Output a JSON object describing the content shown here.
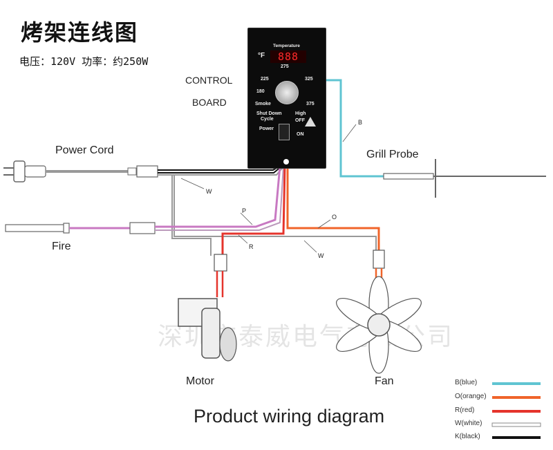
{
  "title_cn": "烤架连线图",
  "spec_line": "电压：120V 功率：约250W",
  "labels": {
    "control_board_l1": "CONTROL",
    "control_board_l2": "BOARD",
    "power_cord": "Power  Cord",
    "fire": "Fire",
    "grill_probe": "Grill Probe",
    "motor": "Motor",
    "fan": "Fan",
    "caption": "Product wiring diagram",
    "watermark": "深圳市泰威电气有限公司"
  },
  "wire_tags": {
    "b": "B",
    "p": "P",
    "o": "O",
    "r": "R",
    "w1": "W",
    "w2": "W"
  },
  "board": {
    "temperature": "Temperature",
    "unit": "°F",
    "display": "888",
    "dial": [
      "180",
      "225",
      "275",
      "325",
      "375",
      "Smoke",
      "High"
    ],
    "shutdown_l1": "Shut Down",
    "shutdown_l2": "Cycle",
    "power": "Power",
    "off": "OFF",
    "on": "ON"
  },
  "legend": [
    {
      "label": "B(blue)",
      "color": "#5fc4d2"
    },
    {
      "label": "O(orange)",
      "color": "#f0642a"
    },
    {
      "label": "R(red)",
      "color": "#e5342c"
    },
    {
      "label": "W(white)",
      "color": "#ffffff"
    },
    {
      "label": "K(black)",
      "color": "#111111"
    }
  ],
  "colors": {
    "blue": "#5fc4d2",
    "orange": "#f0642a",
    "red": "#e5342c",
    "purple": "#c879c2",
    "black": "#111111",
    "grey": "#888888"
  }
}
